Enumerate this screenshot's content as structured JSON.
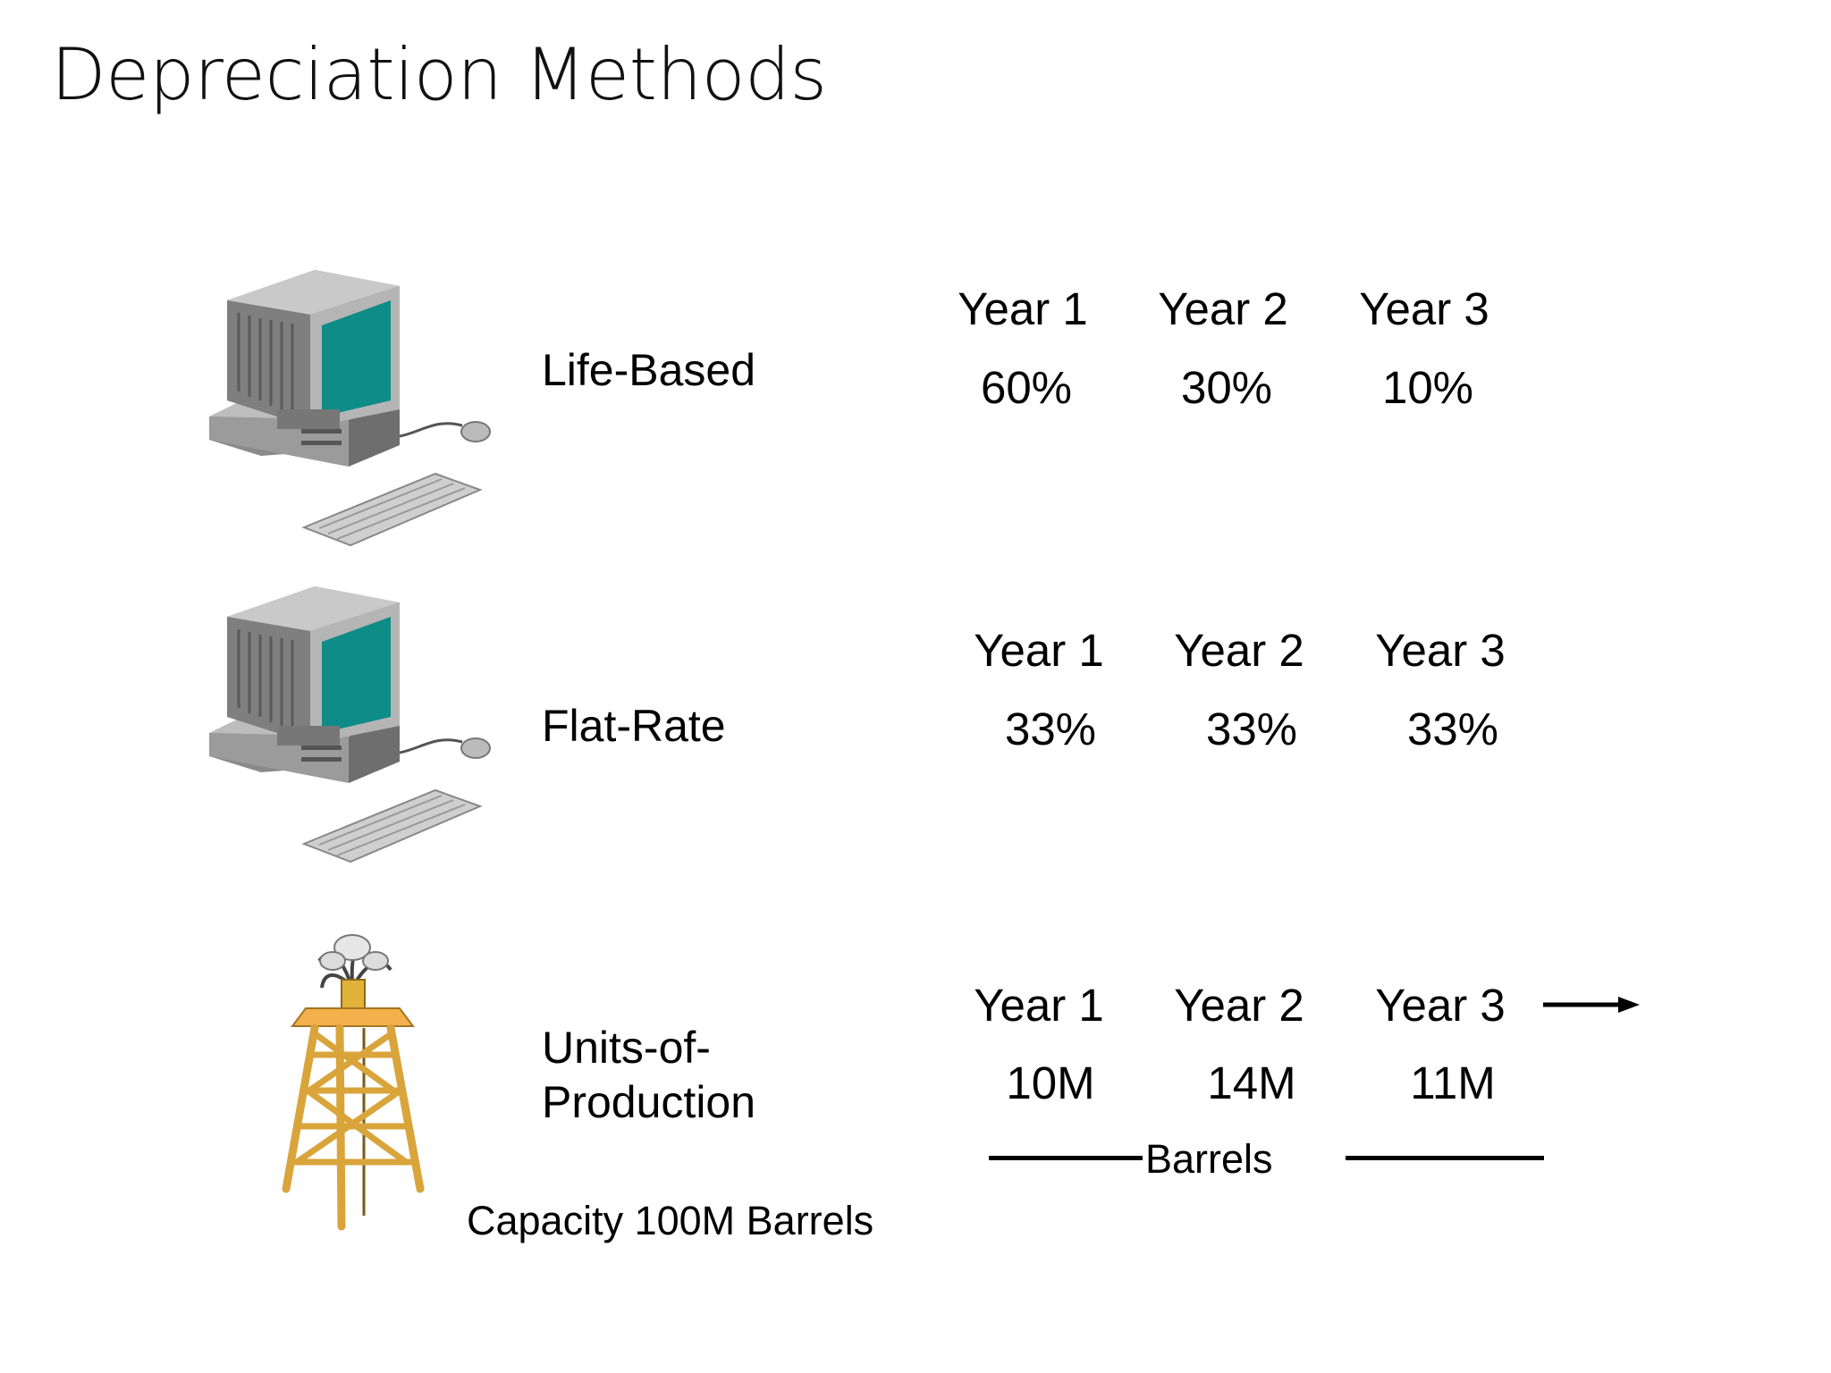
{
  "title": "Depreciation Methods",
  "methods": [
    {
      "label": "Life-Based",
      "icon": "computer-icon",
      "years": [
        "Year 1",
        "Year 2",
        "Year 3"
      ],
      "values": [
        "60%",
        "30%",
        "10%"
      ]
    },
    {
      "label": "Flat-Rate",
      "icon": "computer-icon",
      "years": [
        "Year 1",
        "Year 2",
        "Year 3"
      ],
      "values": [
        "33%",
        "33%",
        "33%"
      ]
    },
    {
      "label_line1": "Units-of-",
      "label_line2": "Production",
      "icon": "oil-rig-icon",
      "years": [
        "Year 1",
        "Year 2",
        "Year 3"
      ],
      "values": [
        "10M",
        "14M",
        "11M"
      ],
      "unit_label": "Barrels",
      "capacity_label": "Capacity 100M Barrels"
    }
  ],
  "colors": {
    "screen": "#0e8c87",
    "computer_gray": "#9a9a9a",
    "rig_wood": "#d9a43a",
    "rig_platform": "#f4b04a"
  }
}
